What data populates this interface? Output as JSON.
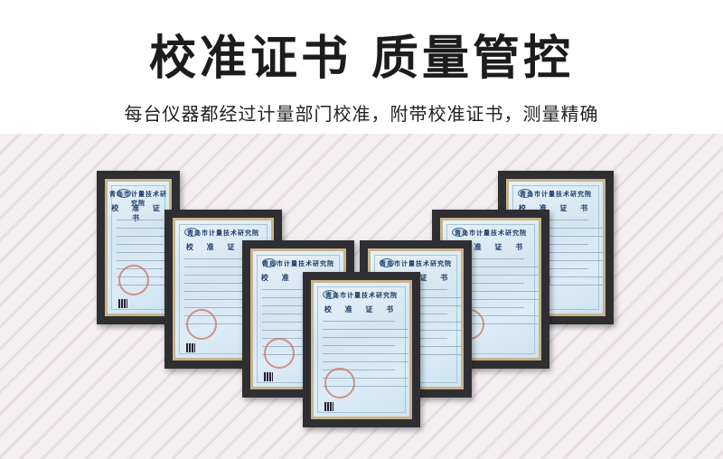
{
  "header": {
    "title": "校准证书  质量管控",
    "subtitle": "每台仪器都经过计量部门校准，附带校准证书，测量精确"
  },
  "certificates": [
    {
      "org": "青岛市计量技术研究院",
      "title": "校 准 证 书"
    },
    {
      "org": "青岛市计量技术研究院",
      "title": "校 准 证 书"
    },
    {
      "org": "青岛市计量技术研究院",
      "title": "校 准 证 书"
    },
    {
      "org": "青岛市计量技术研究院",
      "title": "校 准 证 书"
    },
    {
      "org": "青岛市计量技术研究院",
      "title": "校 准 证 书"
    },
    {
      "org": "青岛市计量技术研究院",
      "title": "校 准 证 书"
    },
    {
      "org": "青岛市计量技术研究院",
      "title": "校 准 证 书"
    }
  ],
  "colors": {
    "frame": "#2f2f33",
    "certificate_bg": "#d4e6f2",
    "seal": "#d2705f"
  }
}
